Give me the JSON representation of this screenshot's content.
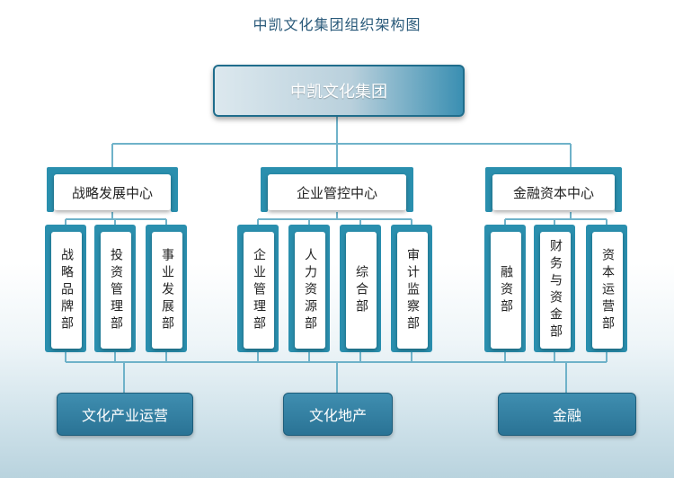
{
  "title": "中凯文化集团组织架构图",
  "root": "中凯文化集团",
  "centers": [
    {
      "name": "战略发展中心",
      "departments": [
        "战略品牌部",
        "投资管理部",
        "事业发展部"
      ]
    },
    {
      "name": "企业管控中心",
      "departments": [
        "企业管理部",
        "人力资源部",
        "综合部",
        "审计监察部"
      ]
    },
    {
      "name": "金融资本中心",
      "departments": [
        "融资部",
        "财务与资金部",
        "资本运营部"
      ]
    }
  ],
  "business": [
    "文化产业运营",
    "文化地产",
    "金融"
  ],
  "colors": {
    "accent": "#2a8fae",
    "dark": "#1f6d8c",
    "title": "#2a5a7a",
    "line": "#6fb2c9"
  }
}
